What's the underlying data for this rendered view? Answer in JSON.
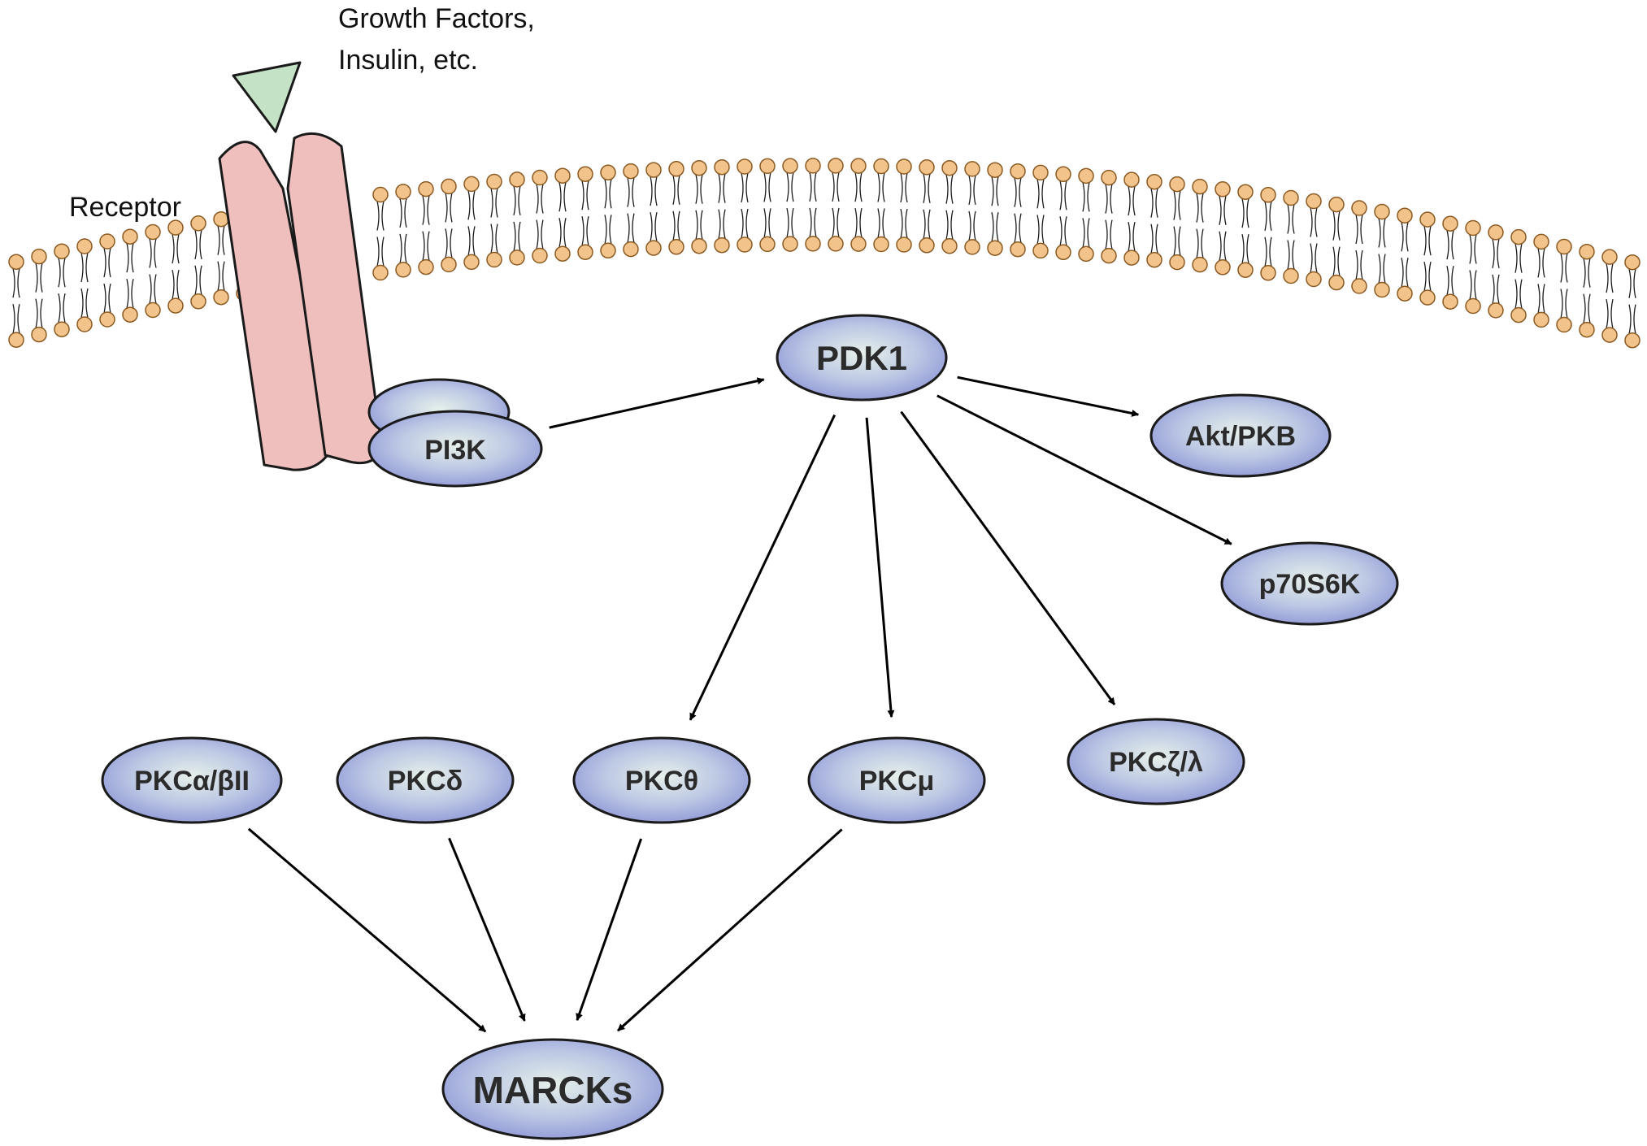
{
  "ligand_label": {
    "line1": "Growth Factors,",
    "line2": "Insulin, etc."
  },
  "receptor_label": "Receptor",
  "nodes": {
    "pi3k": "PI3K",
    "pdk1": "PDK1",
    "akt": "Akt/PKB",
    "p70s6k": "p70S6K",
    "pkc_alpha": "PKCα/βII",
    "pkc_delta": "PKCδ",
    "pkc_theta": "PKCθ",
    "pkc_mu": "PKCμ",
    "pkc_zeta": "PKCζ/λ",
    "marcks": "MARCKs"
  },
  "colors": {
    "node_fill_center": "#e6f0ea",
    "node_fill_edge": "#8d96d6",
    "node_stroke": "#1a1a1a",
    "receptor_fill": "#efbfbe",
    "ligand_fill": "#c4e2c6",
    "lipid_head": "#f2c48c",
    "lipid_head_stroke": "#8a5a22"
  },
  "edges": [
    {
      "from": "pi3k",
      "to": "pdk1"
    },
    {
      "from": "pdk1",
      "to": "akt"
    },
    {
      "from": "pdk1",
      "to": "p70s6k"
    },
    {
      "from": "pdk1",
      "to": "pkc_zeta"
    },
    {
      "from": "pdk1",
      "to": "pkc_mu"
    },
    {
      "from": "pdk1",
      "to": "pkc_theta"
    },
    {
      "from": "pkc_alpha",
      "to": "marcks"
    },
    {
      "from": "pkc_delta",
      "to": "marcks"
    },
    {
      "from": "pkc_theta",
      "to": "marcks"
    },
    {
      "from": "pkc_mu",
      "to": "marcks"
    }
  ]
}
